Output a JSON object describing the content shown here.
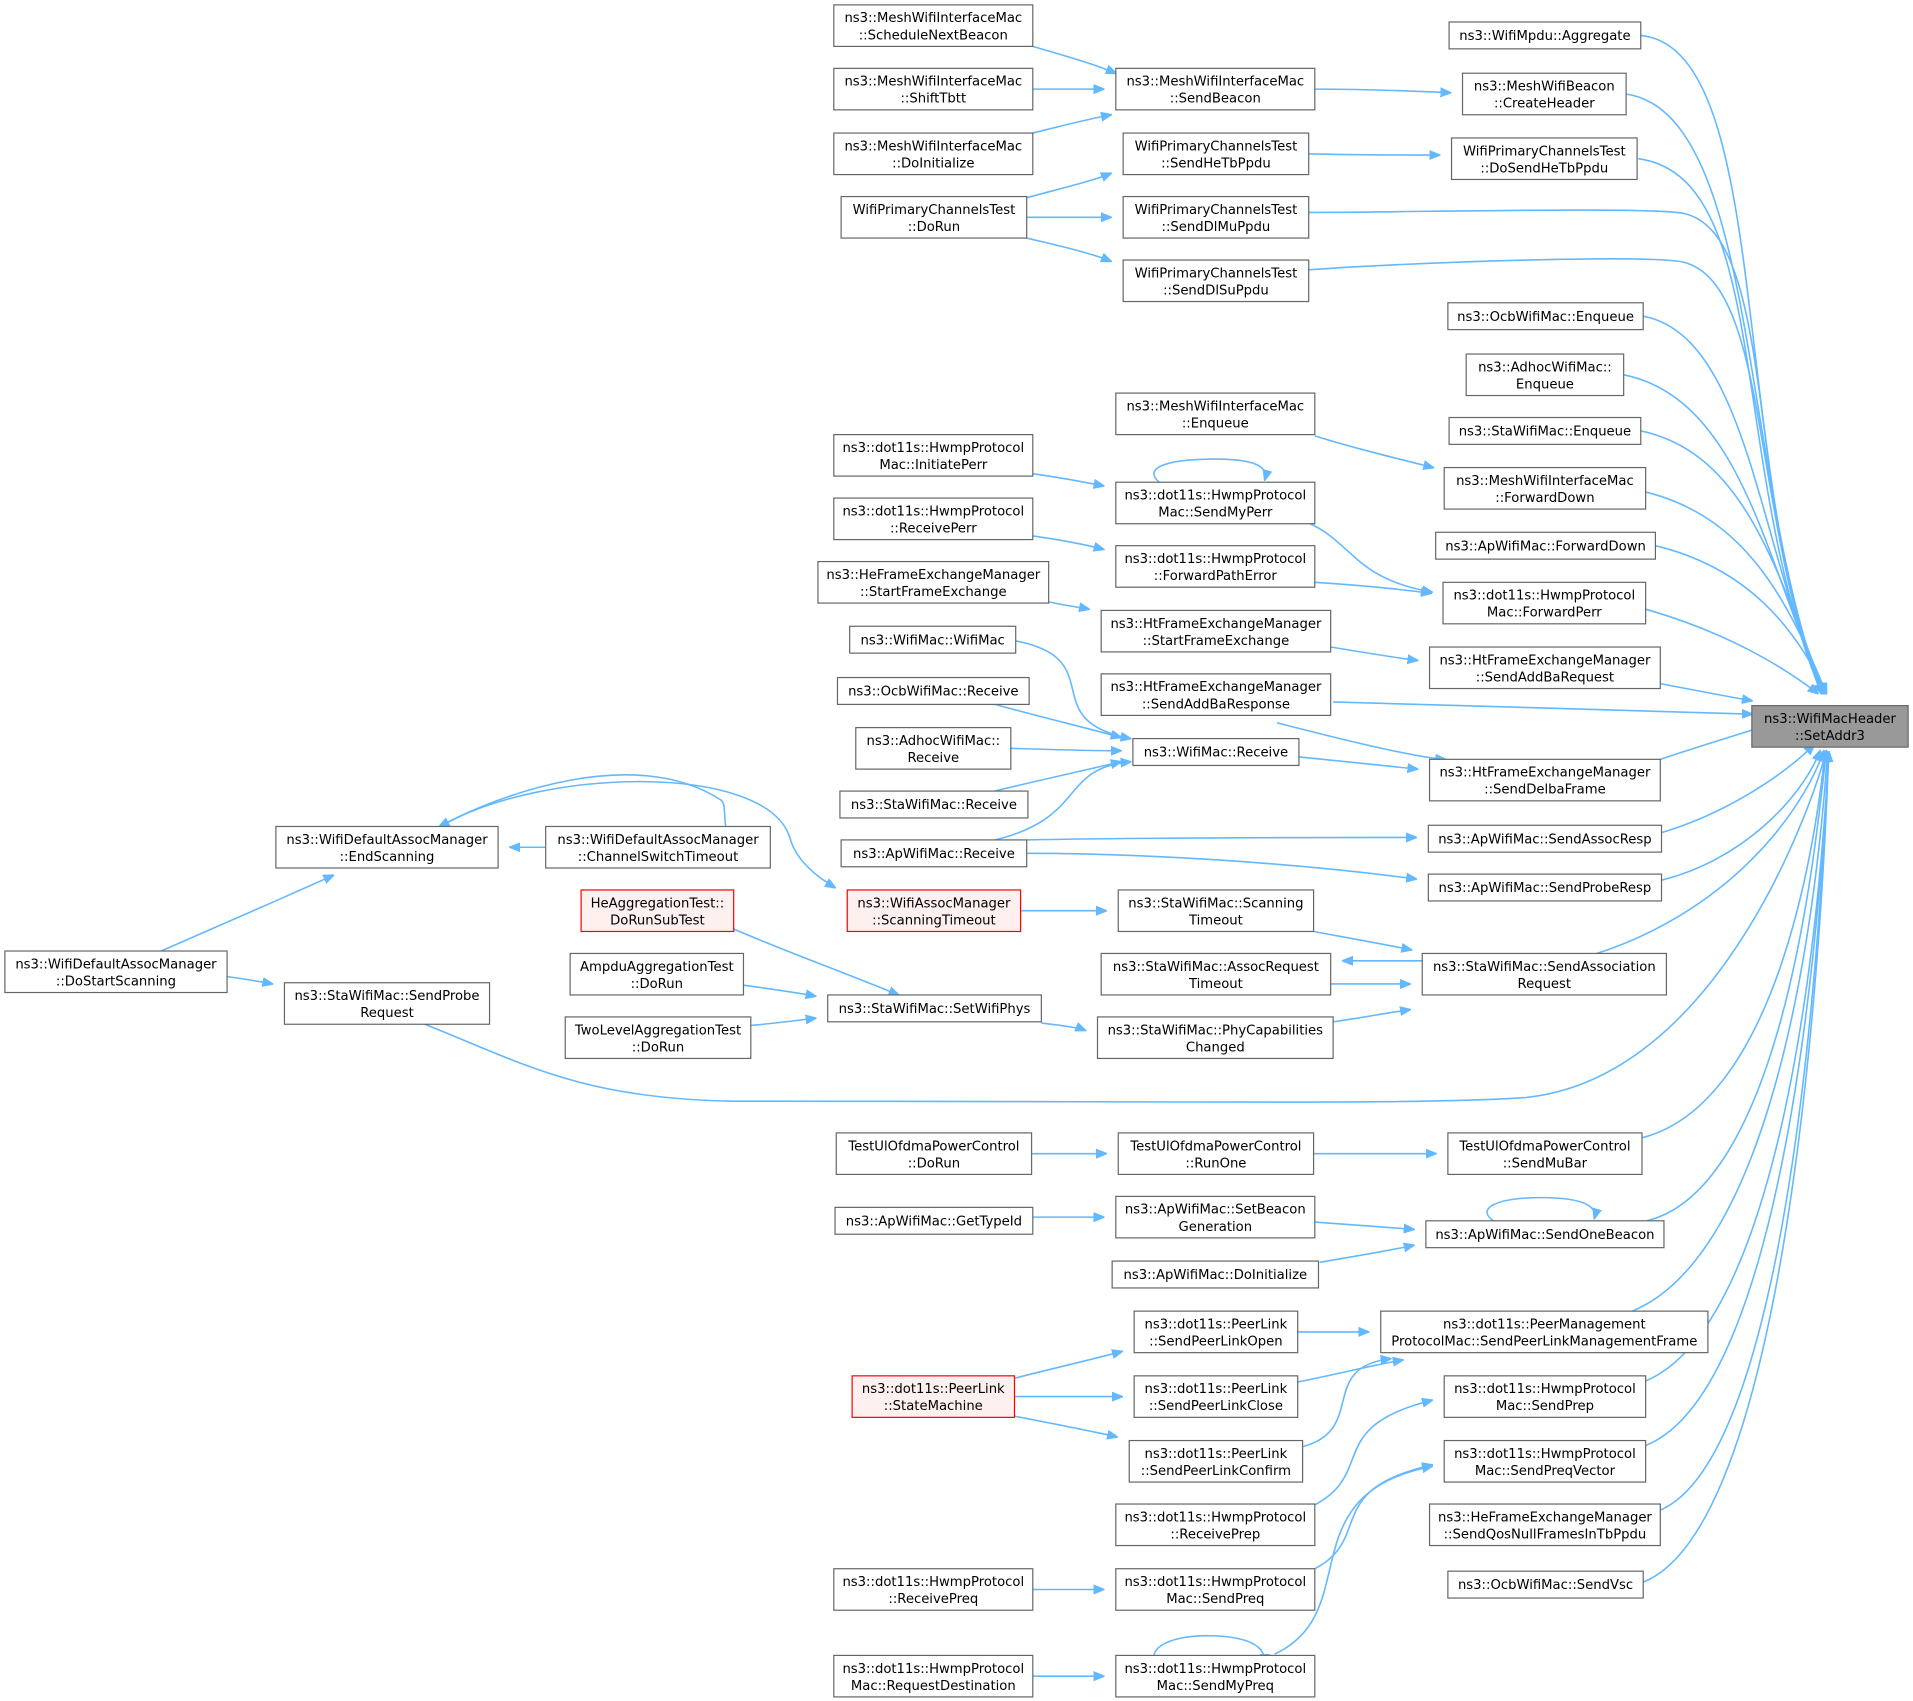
{
  "colors": {
    "edge": "#63b8ff",
    "node_fill": "#ffffff",
    "node_border": "#666666",
    "incomplete_fill": "#fff0f0",
    "incomplete_border": "#ff0000",
    "root_fill": "#999999",
    "root_border": "#666666"
  },
  "nodes": {
    "root": {
      "line1": "ns3::WifiMacHeader",
      "line2": "::SetAddr3"
    },
    "aggregate": {
      "line1": "ns3::WifiMpdu::Aggregate"
    },
    "create_header": {
      "line1": "ns3::MeshWifiBeacon",
      "line2": "::CreateHeader"
    },
    "do_send_he_tb": {
      "line1": "WifiPrimaryChannelsTest",
      "line2": "::DoSendHeTbPpdu"
    },
    "ocb_enqueue": {
      "line1": "ns3::OcbWifiMac::Enqueue"
    },
    "adhoc_enqueue": {
      "line1": "ns3::AdhocWifiMac::",
      "line2": "Enqueue"
    },
    "sta_enqueue": {
      "line1": "ns3::StaWifiMac::Enqueue"
    },
    "mesh_forward_down": {
      "line1": "ns3::MeshWifiInterfaceMac",
      "line2": "::ForwardDown"
    },
    "ap_forward_down": {
      "line1": "ns3::ApWifiMac::ForwardDown"
    },
    "hwmp_forward_perr": {
      "line1": "ns3::dot11s::HwmpProtocol",
      "line2": "Mac::ForwardPerr"
    },
    "ht_send_addba_req": {
      "line1": "ns3::HtFrameExchangeManager",
      "line2": "::SendAddBaRequest"
    },
    "ht_send_delba": {
      "line1": "ns3::HtFrameExchangeManager",
      "line2": "::SendDelbaFrame"
    },
    "ap_send_assoc_resp": {
      "line1": "ns3::ApWifiMac::SendAssocResp"
    },
    "ap_send_probe_resp": {
      "line1": "ns3::ApWifiMac::SendProbeResp"
    },
    "sta_send_assoc_req": {
      "line1": "ns3::StaWifiMac::SendAssociation",
      "line2": "Request"
    },
    "send_mu_bar": {
      "line1": "TestUlOfdmaPowerControl",
      "line2": "::SendMuBar"
    },
    "ap_send_one_beacon": {
      "line1": "ns3::ApWifiMac::SendOneBeacon"
    },
    "peer_send_mgmt": {
      "line1": "ns3::dot11s::PeerManagement",
      "line2": "ProtocolMac::SendPeerLinkManagementFrame"
    },
    "hwmp_send_prep": {
      "line1": "ns3::dot11s::HwmpProtocol",
      "line2": "Mac::SendPrep"
    },
    "hwmp_send_preq_vec": {
      "line1": "ns3::dot11s::HwmpProtocol",
      "line2": "Mac::SendPreqVector"
    },
    "he_send_qos_null": {
      "line1": "ns3::HeFrameExchangeManager",
      "line2": "::SendQosNullFramesInTbPpdu"
    },
    "ocb_send_vsc": {
      "line1": "ns3::OcbWifiMac::SendVsc"
    },
    "mesh_send_beacon": {
      "line1": "ns3::MeshWifiInterfaceMac",
      "line2": "::SendBeacon"
    },
    "send_he_tb": {
      "line1": "WifiPrimaryChannelsTest",
      "line2": "::SendHeTbPpdu"
    },
    "send_dl_mu": {
      "line1": "WifiPrimaryChannelsTest",
      "line2": "::SendDlMuPpdu"
    },
    "send_dl_su": {
      "line1": "WifiPrimaryChannelsTest",
      "line2": "::SendDlSuPpdu"
    },
    "mesh_enqueue": {
      "line1": "ns3::MeshWifiInterfaceMac",
      "line2": "::Enqueue"
    },
    "hwmp_send_my_perr": {
      "line1": "ns3::dot11s::HwmpProtocol",
      "line2": "Mac::SendMyPerr"
    },
    "hwmp_forward_path_error": {
      "line1": "ns3::dot11s::HwmpProtocol",
      "line2": "::ForwardPathError"
    },
    "ht_start_frame_exchange": {
      "line1": "ns3::HtFrameExchangeManager",
      "line2": "::StartFrameExchange"
    },
    "ht_send_addba_resp": {
      "line1": "ns3::HtFrameExchangeManager",
      "line2": "::SendAddBaResponse"
    },
    "wifimac_receive": {
      "line1": "ns3::WifiMac::Receive"
    },
    "sta_scanning_timeout": {
      "line1": "ns3::StaWifiMac::Scanning",
      "line2": "Timeout"
    },
    "sta_assoc_req_timeout": {
      "line1": "ns3::StaWifiMac::AssocRequest",
      "line2": "Timeout"
    },
    "sta_phy_cap_changed": {
      "line1": "ns3::StaWifiMac::PhyCapabilities",
      "line2": "Changed"
    },
    "ul_run_one": {
      "line1": "TestUlOfdmaPowerControl",
      "line2": "::RunOne"
    },
    "ap_set_beacon_gen": {
      "line1": "ns3::ApWifiMac::SetBeacon",
      "line2": "Generation"
    },
    "ap_do_initialize": {
      "line1": "ns3::ApWifiMac::DoInitialize"
    },
    "peer_send_open": {
      "line1": "ns3::dot11s::PeerLink",
      "line2": "::SendPeerLinkOpen"
    },
    "peer_send_close": {
      "line1": "ns3::dot11s::PeerLink",
      "line2": "::SendPeerLinkClose"
    },
    "peer_send_confirm": {
      "line1": "ns3::dot11s::PeerLink",
      "line2": "::SendPeerLinkConfirm"
    },
    "hwmp_receive_prep": {
      "line1": "ns3::dot11s::HwmpProtocol",
      "line2": "::ReceivePrep"
    },
    "hwmp_mac_send_preq": {
      "line1": "ns3::dot11s::HwmpProtocol",
      "line2": "Mac::SendPreq"
    },
    "hwmp_send_my_preq": {
      "line1": "ns3::dot11s::HwmpProtocol",
      "line2": "Mac::SendMyPreq"
    },
    "mesh_schedule_next_beacon": {
      "line1": "ns3::MeshWifiInterfaceMac",
      "line2": "::ScheduleNextBeacon"
    },
    "mesh_shift_tbtt": {
      "line1": "ns3::MeshWifiInterfaceMac",
      "line2": "::ShiftTbtt"
    },
    "mesh_do_initialize": {
      "line1": "ns3::MeshWifiInterfaceMac",
      "line2": "::DoInitialize"
    },
    "primary_do_run": {
      "line1": "WifiPrimaryChannelsTest",
      "line2": "::DoRun"
    },
    "hwmp_initiate_perr": {
      "line1": "ns3::dot11s::HwmpProtocol",
      "line2": "Mac::InitiatePerr"
    },
    "hwmp_receive_perr": {
      "line1": "ns3::dot11s::HwmpProtocol",
      "line2": "::ReceivePerr"
    },
    "he_start_frame_exchange": {
      "line1": "ns3::HeFrameExchangeManager",
      "line2": "::StartFrameExchange"
    },
    "wifimac_wifimac": {
      "line1": "ns3::WifiMac::WifiMac"
    },
    "ocb_receive": {
      "line1": "ns3::OcbWifiMac::Receive"
    },
    "adhoc_receive": {
      "line1": "ns3::AdhocWifiMac::",
      "line2": "Receive"
    },
    "sta_receive": {
      "line1": "ns3::StaWifiMac::Receive"
    },
    "ap_receive": {
      "line1": "ns3::ApWifiMac::Receive"
    },
    "assoc_scanning_timeout": {
      "line1": "ns3::WifiAssocManager",
      "line2": "::ScanningTimeout"
    },
    "sta_set_wifi_phys": {
      "line1": "ns3::StaWifiMac::SetWifiPhys"
    },
    "he_agg_do_run_sub": {
      "line1": "HeAggregationTest::",
      "line2": "DoRunSubTest"
    },
    "ampdu_do_run": {
      "line1": "AmpduAggregationTest",
      "line2": "::DoRun"
    },
    "twolevel_do_run": {
      "line1": "TwoLevelAggregationTest",
      "line2": "::DoRun"
    },
    "ul_do_run": {
      "line1": "TestUlOfdmaPowerControl",
      "line2": "::DoRun"
    },
    "ap_get_type_id": {
      "line1": "ns3::ApWifiMac::GetTypeId"
    },
    "peer_state_machine": {
      "line1": "ns3::dot11s::PeerLink",
      "line2": "::StateMachine"
    },
    "hwmp_receive_preq": {
      "line1": "ns3::dot11s::HwmpProtocol",
      "line2": "::ReceivePreq"
    },
    "hwmp_request_destination": {
      "line1": "ns3::dot11s::HwmpProtocol",
      "line2": "Mac::RequestDestination"
    },
    "default_end_scanning": {
      "line1": "ns3::WifiDefaultAssocManager",
      "line2": "::EndScanning"
    },
    "default_channel_switch_timeout": {
      "line1": "ns3::WifiDefaultAssocManager",
      "line2": "::ChannelSwitchTimeout"
    },
    "sta_send_probe_request": {
      "line1": "ns3::StaWifiMac::SendProbe",
      "line2": "Request"
    },
    "default_do_start_scanning": {
      "line1": "ns3::WifiDefaultAssocManager",
      "line2": "::DoStartScanning"
    }
  }
}
